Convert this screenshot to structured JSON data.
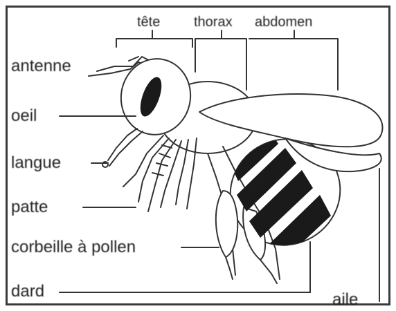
{
  "diagram": {
    "labels": {
      "tete": "tête",
      "thorax": "thorax",
      "abdomen": "abdomen",
      "antenne": "antenne",
      "oeil": "oeil",
      "langue": "langue",
      "patte": "patte",
      "corbeille": "corbeille à pollen",
      "dard": "dard",
      "aile": "aile"
    },
    "colors": {
      "line": "#333333",
      "fill_dark": "#1a1a1a",
      "background": "#ffffff"
    }
  }
}
